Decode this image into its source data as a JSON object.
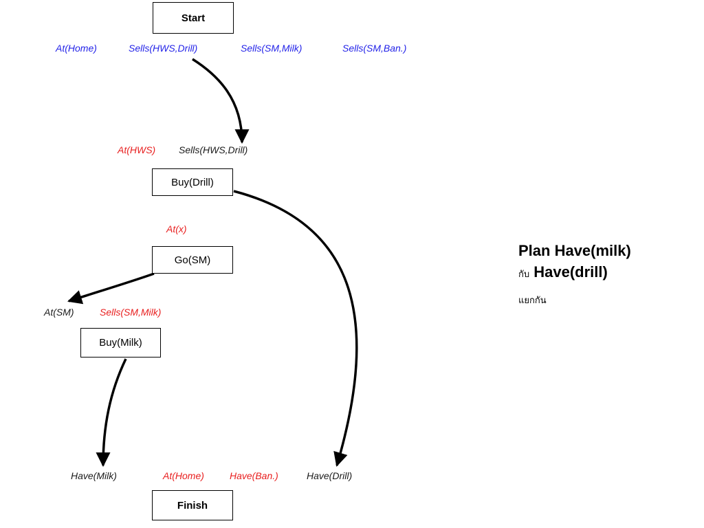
{
  "colors": {
    "initial_state": "#2323e8",
    "open_precondition": "#e81e1e",
    "satisfied_precondition": "#1a1a1a",
    "edge": "#000000"
  },
  "actions": {
    "start": "Start",
    "buy_drill": "Buy(Drill)",
    "go_sm": "Go(SM)",
    "buy_milk": "Buy(Milk)",
    "finish": "Finish"
  },
  "start_effects": [
    "At(Home)",
    "Sells(HWS,Drill)",
    "Sells(SM,Milk)",
    "Sells(SM,Ban.)"
  ],
  "buy_drill_preconds": [
    "At(HWS)",
    "Sells(HWS,Drill)"
  ],
  "go_sm_preconds": [
    "At(x)"
  ],
  "buy_milk_preconds": [
    "At(SM)",
    "Sells(SM,Milk)"
  ],
  "finish_preconds": [
    "Have(Milk)",
    "At(Home)",
    "Have(Ban.)",
    "Have(Drill)"
  ],
  "side_note": {
    "line1": "Plan Have(milk)",
    "line2_prefix": "กับ",
    "line2_main": "Have(drill)",
    "line3": "แยกกัน"
  }
}
